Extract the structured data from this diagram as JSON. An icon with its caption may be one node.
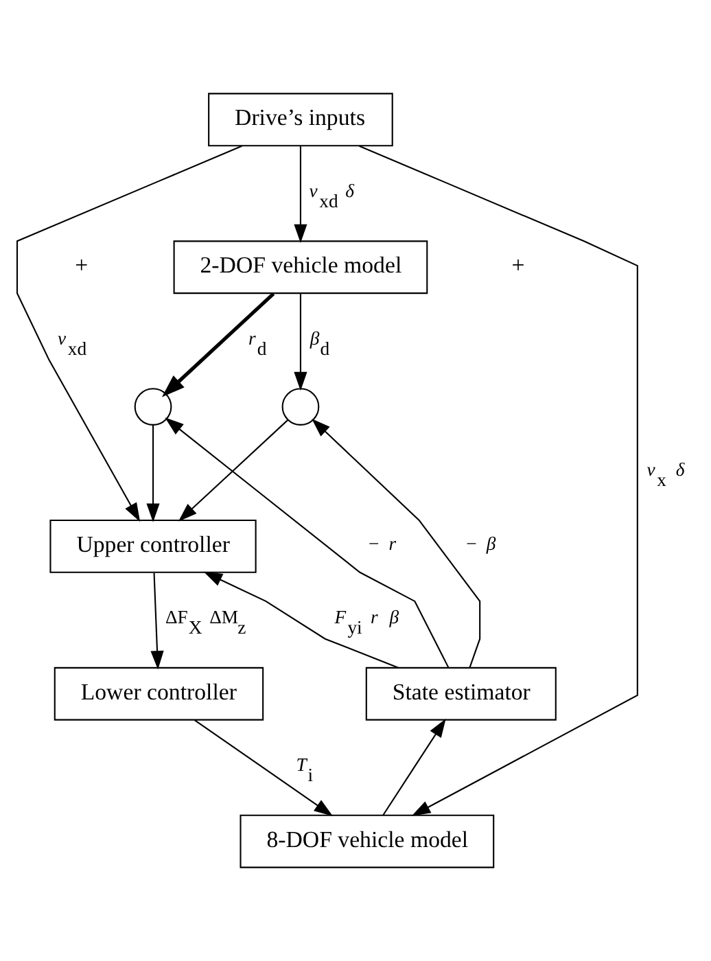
{
  "diagram": {
    "nodes": [
      {
        "text": [
          "Drive’s inputs"
        ]
      },
      {
        "text": [
          "2-DOF vehicle model"
        ]
      },
      {
        "text": [],
        "shape": "circle"
      },
      {
        "text": [],
        "shape": "circle"
      },
      {
        "text": [
          "Upper controller"
        ]
      },
      {
        "text": [
          "Lower controller"
        ]
      },
      {
        "text": [
          "State estimator"
        ]
      },
      {
        "text": [
          "8-DOF vehicle model"
        ]
      }
    ],
    "edges": [
      {
        "from": 0,
        "to": 1,
        "arrow": "to",
        "label": "*v*$_{xd}$ *δ*"
      },
      {
        "from": 0,
        "to": 4,
        "arrow": "to",
        "label": "*v*$_{xd}$"
      },
      {
        "from": 0,
        "to": 7,
        "arrow": "to",
        "label": "*v*$_{x}$ *δ*"
      },
      {
        "from": 1,
        "to": 2,
        "arrow": "to",
        "label": "*r*$_{d}$",
        "style": "thick"
      },
      {
        "from": 1,
        "to": 3,
        "arrow": "to",
        "label": "*β*$_{d}$"
      },
      {
        "from": 6,
        "to": 2,
        "arrow": "to",
        "label": "− *r*"
      },
      {
        "from": 6,
        "to": 3,
        "arrow": "to",
        "label": "− *β*"
      },
      {
        "from": 2,
        "to": 4,
        "arrow": "to"
      },
      {
        "from": 3,
        "to": 4,
        "arrow": "to"
      },
      {
        "from": 6,
        "to": 4,
        "arrow": "to",
        "label": "*F*$_{yi}$ *r* *β*"
      },
      {
        "from": 4,
        "to": 5,
        "arrow": "to",
        "label": "ΔF$_{X}$ ΔM$_{z}$"
      },
      {
        "from": 5,
        "to": 7,
        "arrow": "to",
        "label": "*T*$_{i}$"
      },
      {
        "from": 7,
        "to": 6,
        "arrow": "to"
      }
    ],
    "labels": [
      "+",
      "+"
    ]
  }
}
